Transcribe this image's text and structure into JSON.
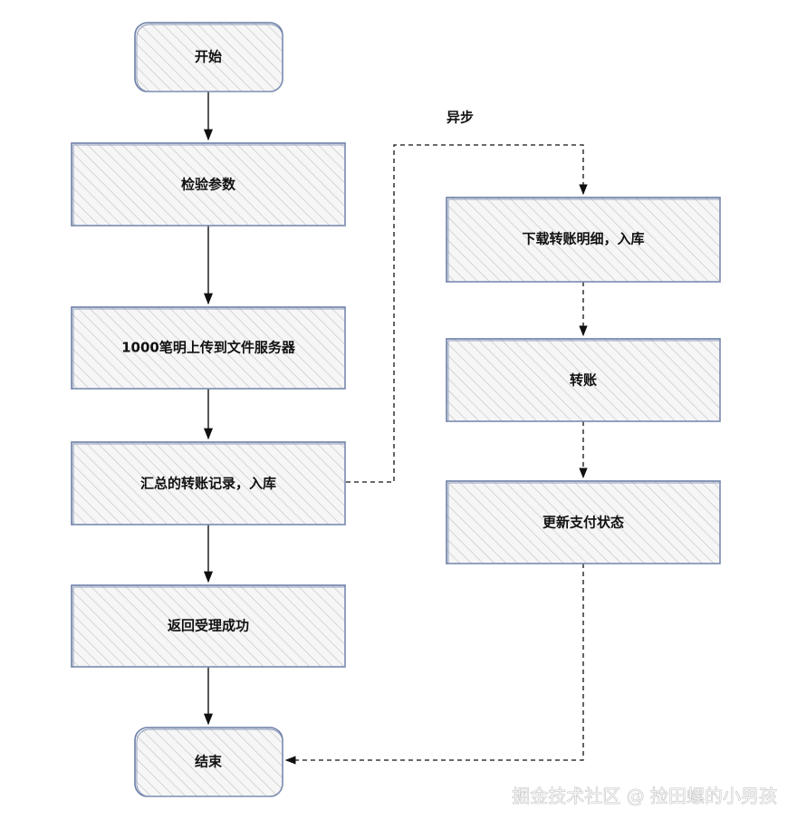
{
  "colors": {
    "node_border": "#6c7fa6",
    "node_hatch": "#c9c9c9",
    "node_fill": "#f3f3f3",
    "edge": "#111111"
  },
  "nodes": {
    "start": "开始",
    "validate": "检验参数",
    "upload": "1000笔明上传到文件服务器",
    "summarize": "汇总的转账记录，入库",
    "return_ok": "返回受理成功",
    "end": "结束",
    "download": "下载转账明细，入库",
    "transfer": "转账",
    "update_status": "更新支付状态"
  },
  "labels": {
    "async": "异步"
  },
  "watermark": "掘金技术社区 @ 捡田螺的小男孩"
}
